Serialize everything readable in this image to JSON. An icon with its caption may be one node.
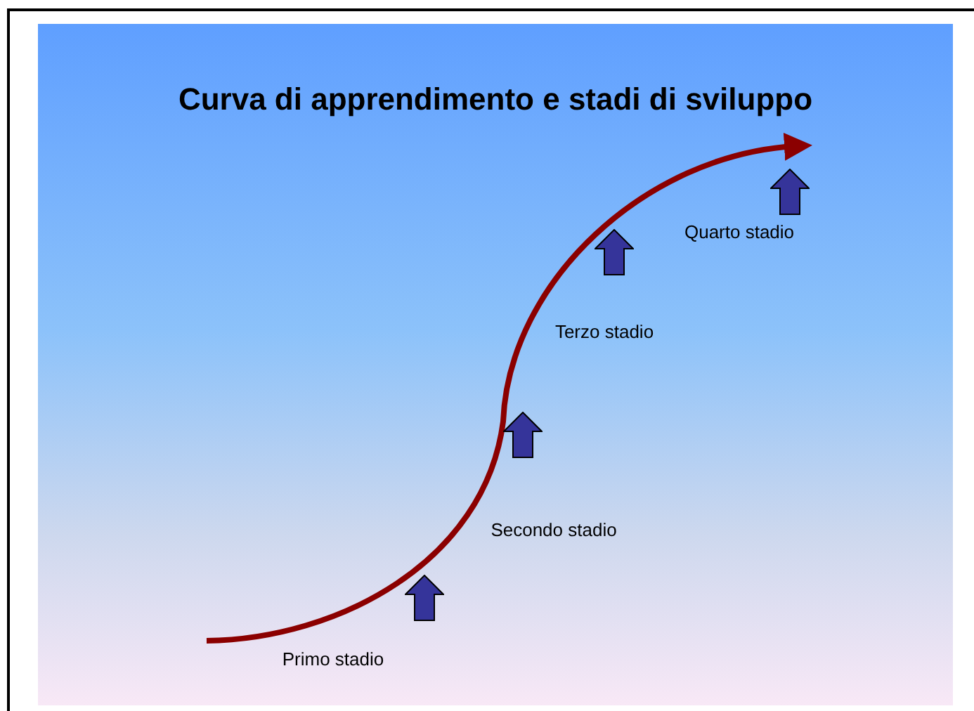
{
  "diagram": {
    "title": "Curva di apprendimento e stadi di sviluppo",
    "labels": [
      "Quarto stadio",
      "Terzo stadio",
      "Secondo stadio",
      "Primo stadio"
    ]
  }
}
